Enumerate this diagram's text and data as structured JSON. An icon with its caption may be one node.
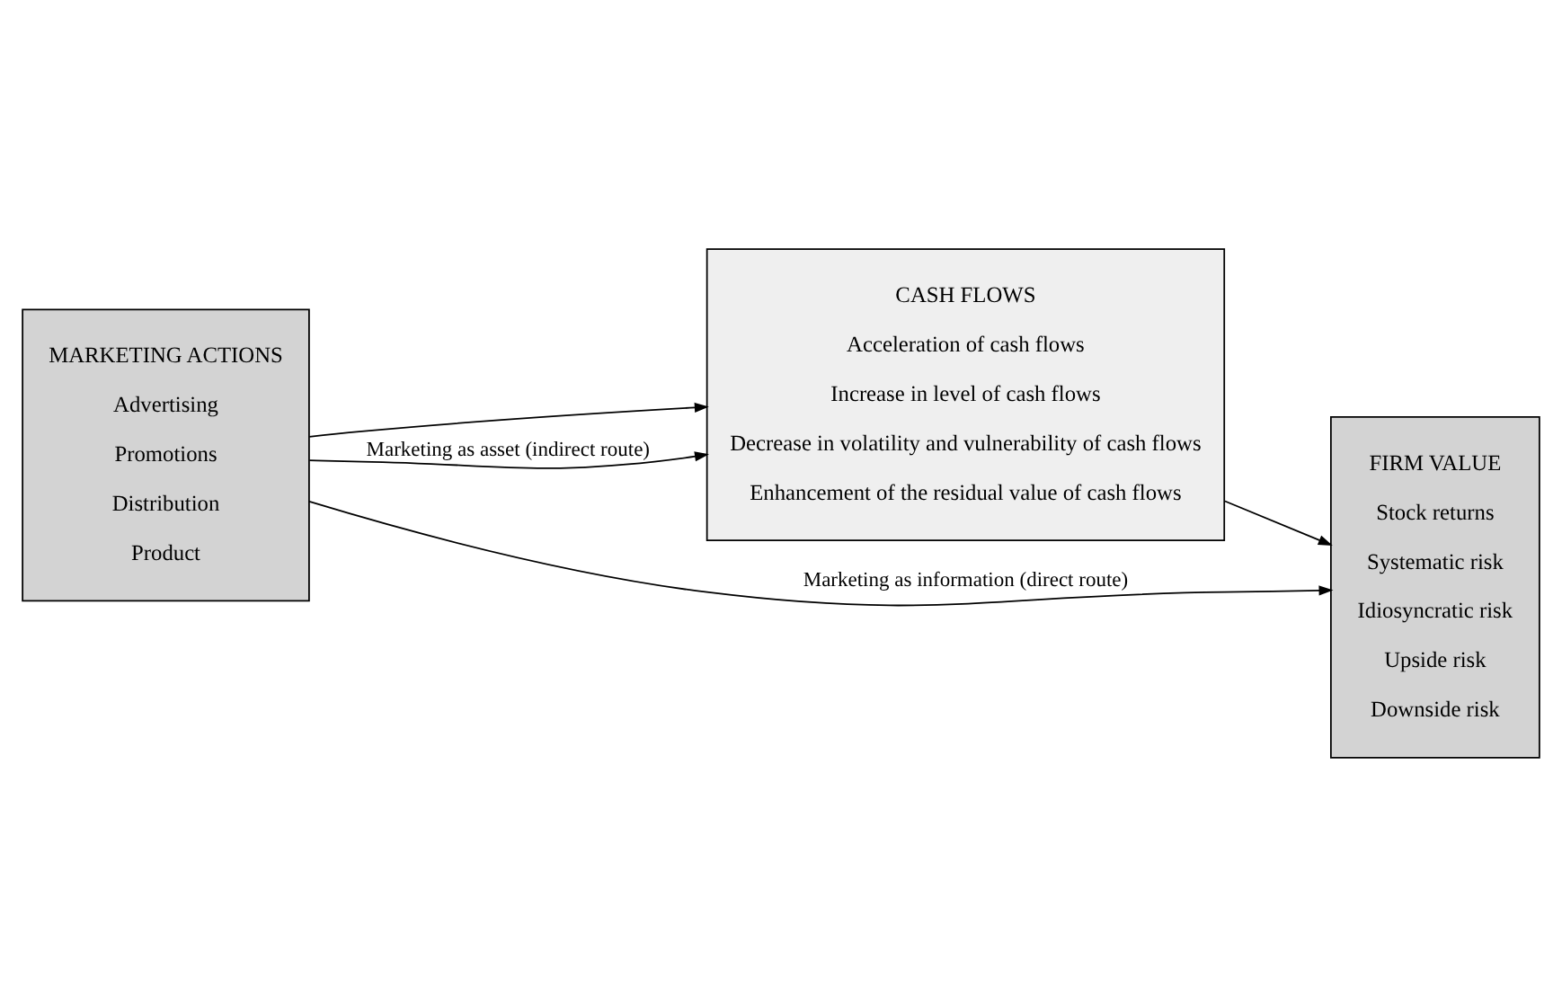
{
  "diagram": {
    "nodes": [
      {
        "text": [
          "MARKETING ACTIONS",
          "Advertising",
          "Promotions",
          "Distribution",
          "Product"
        ]
      },
      {
        "text": [
          "CASH FLOWS",
          "Acceleration of cash flows",
          "Increase in level of cash flows",
          "Decrease in volatility and vulnerability of cash flows",
          "Enhancement of the residual value of cash flows"
        ]
      },
      {
        "text": [
          "FIRM VALUE",
          "Stock returns",
          "Systematic risk",
          "Idiosyncratic risk",
          "Upside risk",
          "Downside risk"
        ]
      }
    ],
    "edges": [
      {
        "from": 0,
        "to": 1,
        "arrow": "to"
      },
      {
        "from": 1,
        "to": 2,
        "arrow": "to"
      },
      {
        "from": 0,
        "to": 1,
        "arrow": "to",
        "label": "Marketing as asset (indirect route)"
      },
      {
        "from": 0,
        "to": 2,
        "arrow": "to",
        "label": "Marketing as information (direct route)"
      }
    ]
  }
}
